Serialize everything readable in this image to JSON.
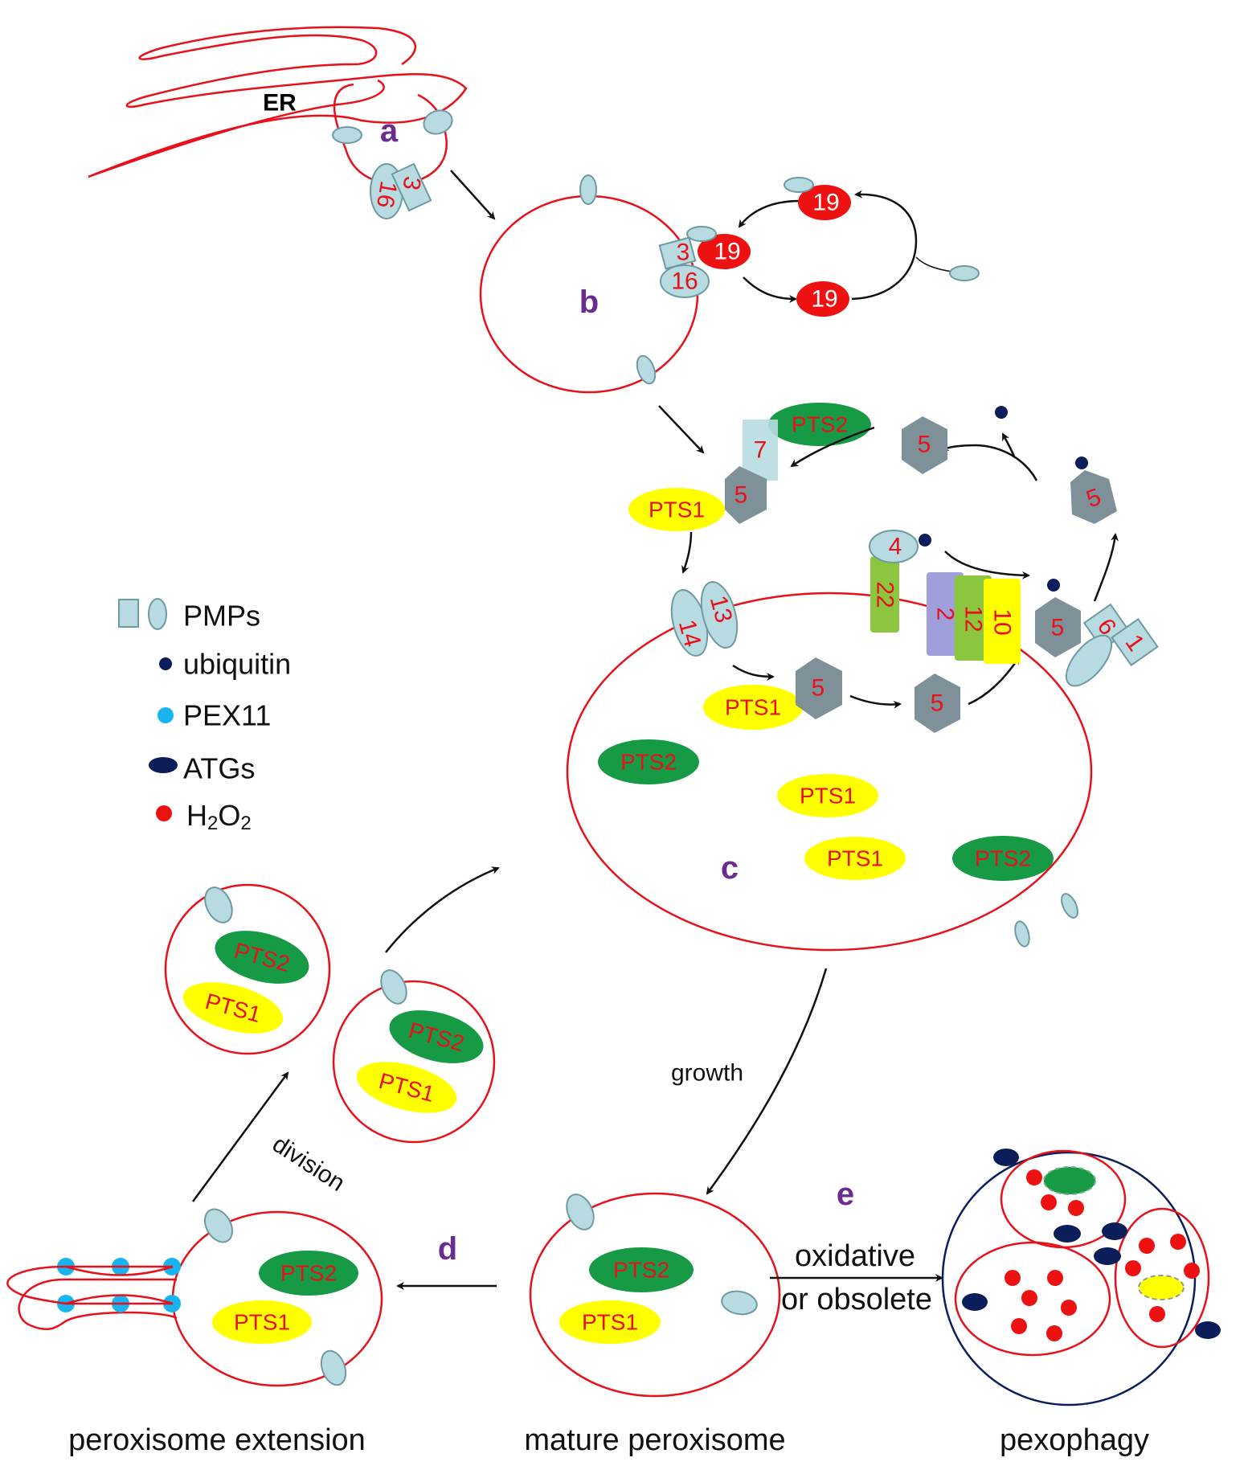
{
  "labels": {
    "er": "ER",
    "step_a": "a",
    "step_b": "b",
    "step_c": "c",
    "step_d": "d",
    "step_e": "e",
    "growth": "growth",
    "division": "division",
    "oxidative_line1": "oxidative",
    "oxidative_line2": "or obsolete",
    "caption_extension": "peroxisome extension",
    "caption_mature": "mature peroxisome",
    "caption_pexophagy": "pexophagy"
  },
  "legend": {
    "pmps": "PMPs",
    "ubiquitin": "ubiquitin",
    "pex11": "PEX11",
    "atgs": "ATGs",
    "h2o2_main": "H",
    "h2o2_sub1": "2",
    "h2o2_mid": "O",
    "h2o2_sub2": "2"
  },
  "proteins": {
    "pex3": "3",
    "pex16": "16",
    "pex19": "19",
    "pex7": "7",
    "pex5": "5",
    "pex4": "4",
    "pex22": "22",
    "pex2": "2",
    "pex12": "12",
    "pex10": "10",
    "pex6": "6",
    "pex1": "1",
    "pex13": "13",
    "pex14": "14",
    "pts1": "PTS1",
    "pts2": "PTS2"
  },
  "colors": {
    "membrane": "#e8101a",
    "pmp": "#b7dbe0",
    "pmp_stroke": "#6f9aa3",
    "pex19": "#ee1111",
    "pex5": "#7f9198",
    "pts1": "#ffff00",
    "pts2": "#179a45",
    "ubiquitin": "#0c1e5a",
    "pex11": "#18b4ef",
    "atg": "#0c1e5a",
    "h2o2": "#ee1111",
    "step_label": "#6a2c91",
    "pex22": "#8cc63e",
    "pex2": "#9f9fdc",
    "pex12": "#8cc63e",
    "pex10": "#ffff00",
    "pex7": "#b7dbe0"
  }
}
